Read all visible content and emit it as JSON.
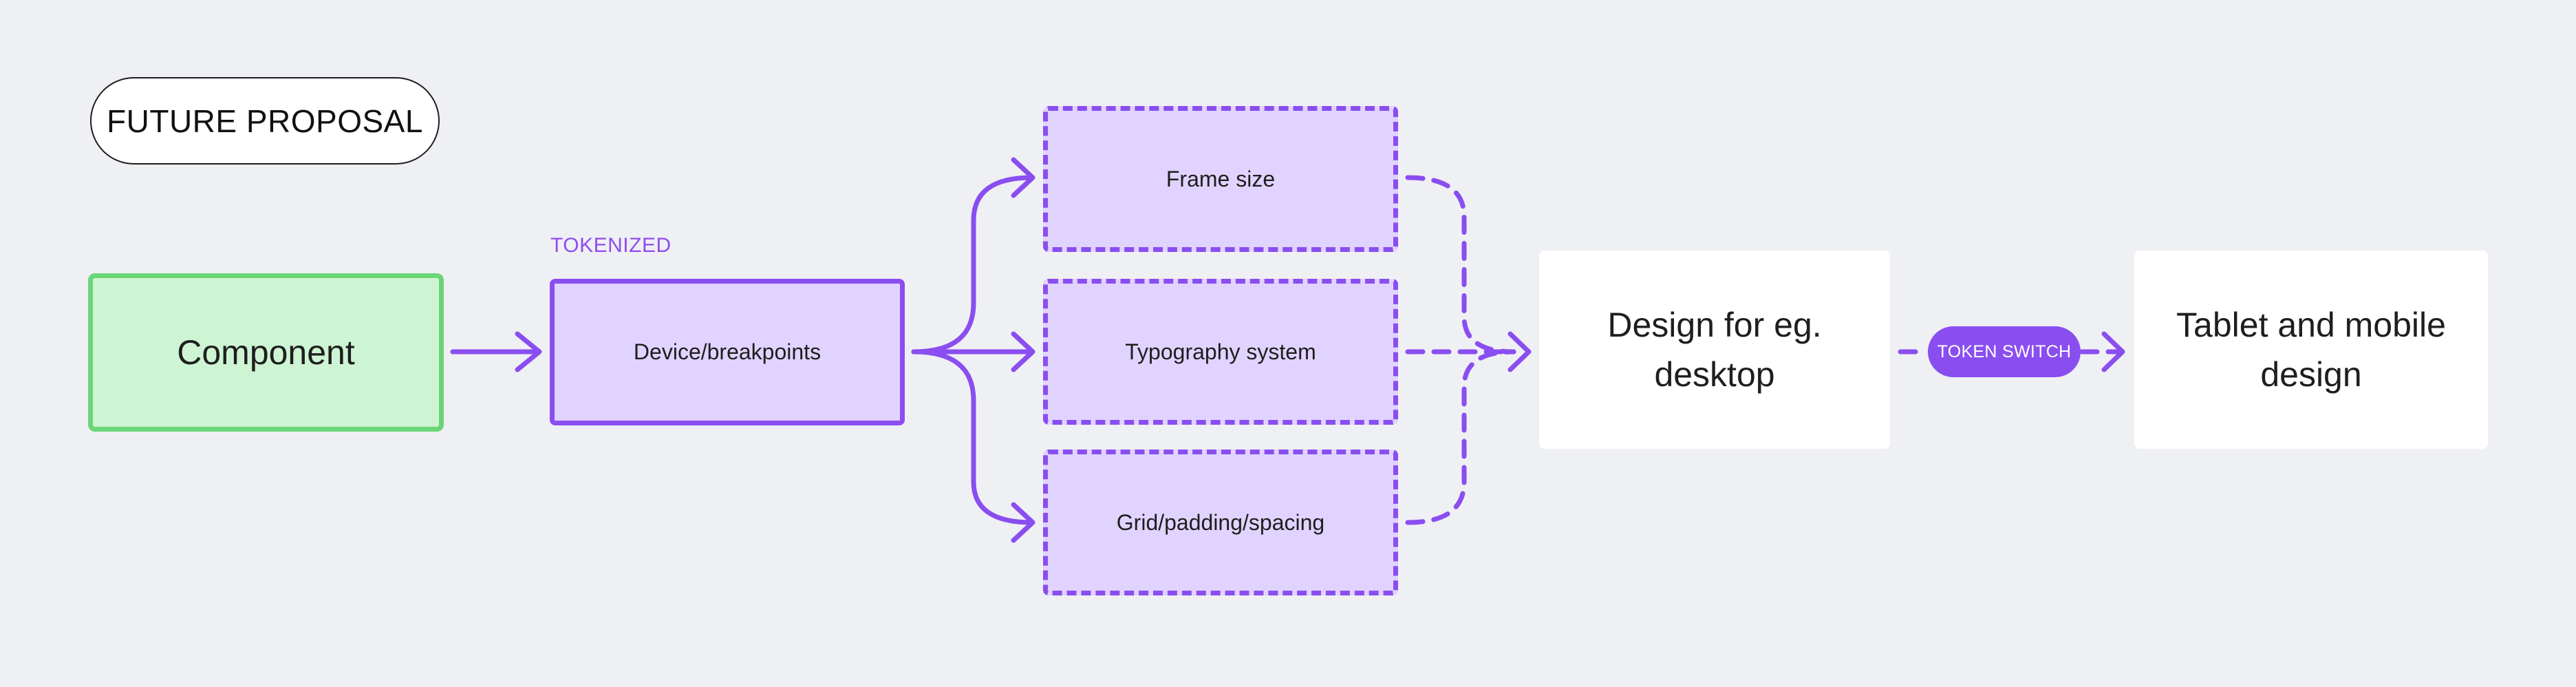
{
  "title": "FUTURE PROPOSAL",
  "nodes": {
    "component": "Component",
    "tokenized_label": "TOKENIZED",
    "device": "Device/breakpoints",
    "frame_size": "Frame size",
    "typography": "Typography system",
    "grid": "Grid/padding/spacing",
    "desktop": "Design for eg. desktop",
    "token_switch": "TOKEN SWITCH",
    "mobile": "Tablet and mobile design"
  },
  "colors": {
    "background": "#eff0f4",
    "accent_purple": "#8a4ef0",
    "purple_fill": "#e1d3ff",
    "green_fill": "#cdf4d3",
    "green_border": "#6ad677"
  }
}
